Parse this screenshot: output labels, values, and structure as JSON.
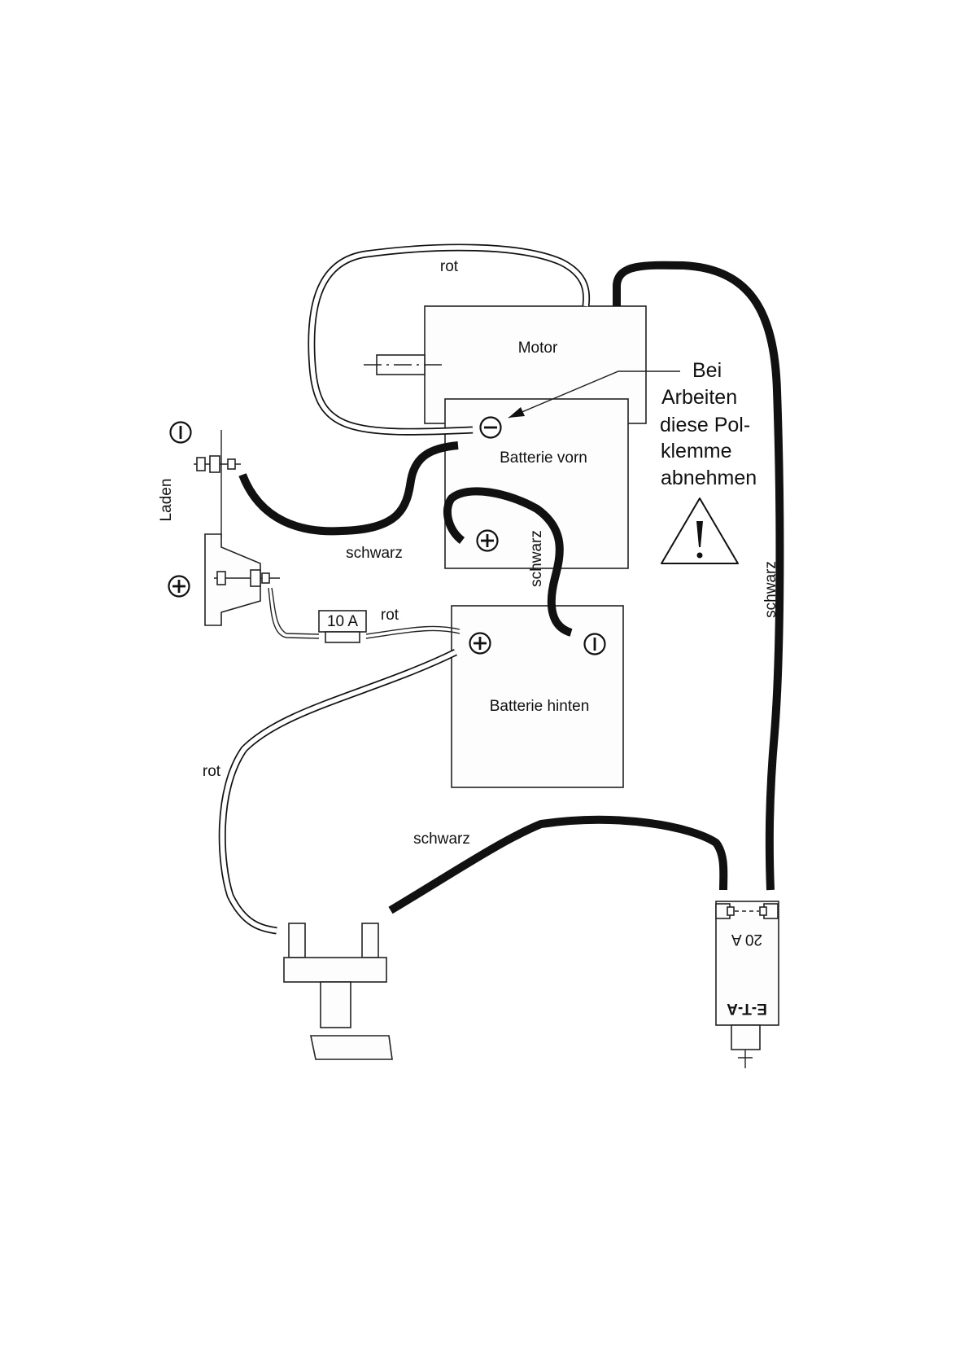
{
  "labels": {
    "motor": "Motor",
    "battery_front": "Batterie vorn",
    "battery_rear": "Batterie hinten",
    "charging": "Laden",
    "red": "rot",
    "black": "schwarz",
    "fuse_small": "10 A",
    "fuse_large": "20 A",
    "fuse_brand": "E-T-A"
  },
  "warning": {
    "lines": [
      "Bei",
      "Arbeiten",
      "diese Pol-",
      "klemme",
      "abnehmen"
    ],
    "symbol": "warning-triangle-icon"
  },
  "symbols": {
    "plus": "plus-terminal-icon",
    "minus": "minus-terminal-icon"
  },
  "colors": {
    "ink": "#111111",
    "paper": "#ffffff"
  }
}
